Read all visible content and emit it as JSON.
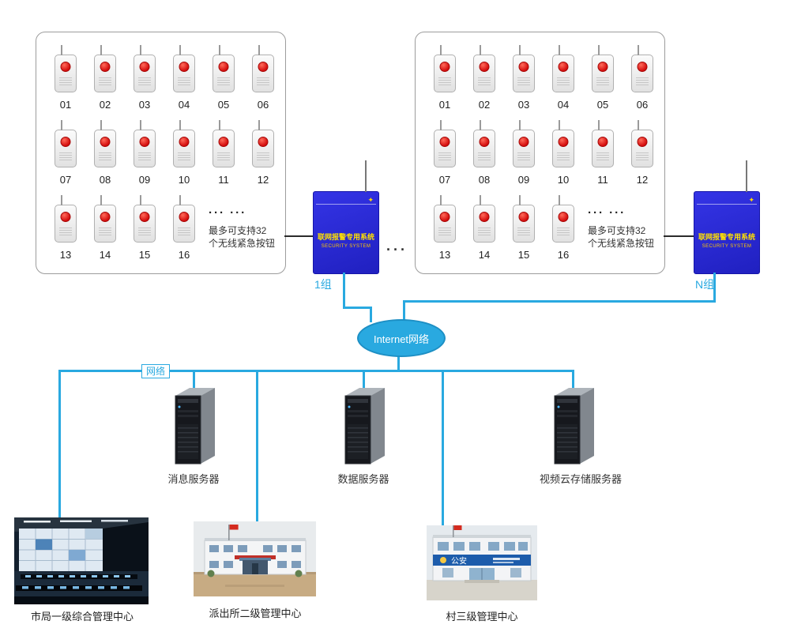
{
  "colors": {
    "accent_blue": "#29a9e0",
    "device_blue": "#2727cd",
    "device_text_yellow": "#ffe000",
    "alarm_red": "#d40d0d",
    "line_black": "#2b2b2b"
  },
  "groups": [
    {
      "label": "1组",
      "row1": [
        "01",
        "02",
        "03",
        "04",
        "05",
        "06"
      ],
      "row2": [
        "07",
        "08",
        "09",
        "10",
        "11",
        "12"
      ],
      "row3": [
        "13",
        "14",
        "15",
        "16"
      ],
      "ellipsis": "··· ···",
      "note1": "最多可支持32",
      "note2": "个无线紧急按钮"
    },
    {
      "label": "N组",
      "row1": [
        "01",
        "02",
        "03",
        "04",
        "05",
        "06"
      ],
      "row2": [
        "07",
        "08",
        "09",
        "10",
        "11",
        "12"
      ],
      "row3": [
        "13",
        "14",
        "15",
        "16"
      ],
      "ellipsis": "··· ···",
      "note1": "最多可支持32",
      "note2": "个无线紧急按钮"
    }
  ],
  "device": {
    "name_cn": "联网报警专用系统",
    "name_en": "SECURITY SYSTEM"
  },
  "middle_ellipsis": "···",
  "cloud": {
    "label": "Internet网络"
  },
  "network_tag": "网络",
  "servers": [
    {
      "label": "消息服务器"
    },
    {
      "label": "数据服务器"
    },
    {
      "label": "视频云存储服务器"
    }
  ],
  "photo_signs": {
    "police_station": "公安"
  },
  "centers": [
    {
      "label": "市局一级综合管理中心"
    },
    {
      "label": "派出所二级管理中心"
    },
    {
      "label": "村三级管理中心"
    }
  ]
}
